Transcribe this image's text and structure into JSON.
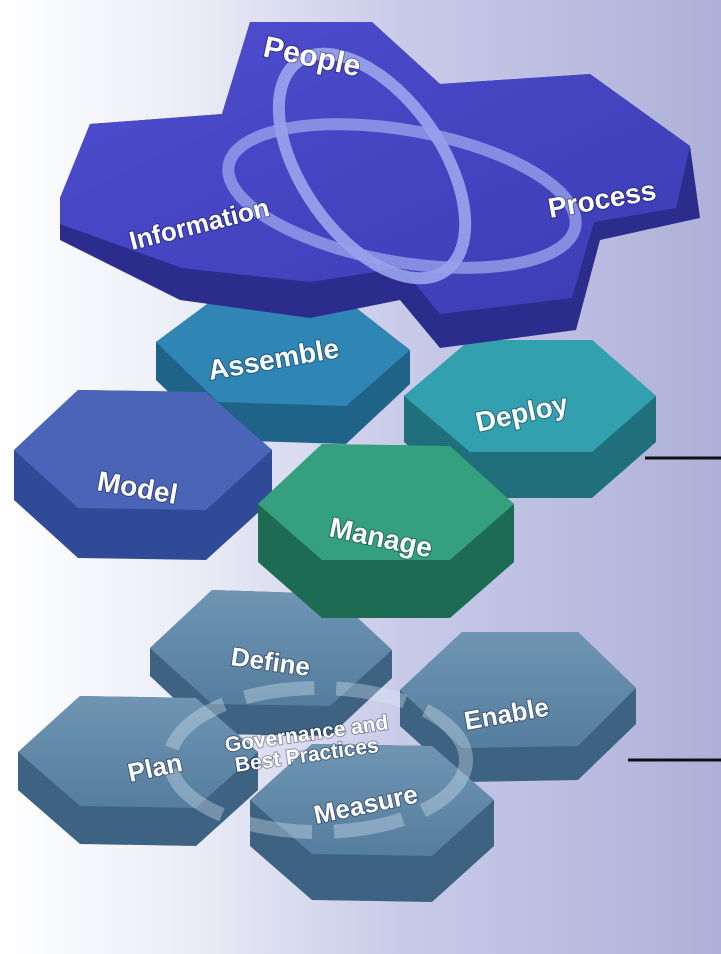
{
  "top_group": {
    "people": "People",
    "information": "Information",
    "process": "Process"
  },
  "middle_group": {
    "assemble": "Assemble",
    "deploy": "Deploy",
    "model": "Model",
    "manage": "Manage"
  },
  "bottom_group": {
    "define": "Define",
    "enable": "Enable",
    "plan": "Plan",
    "measure": "Measure",
    "center_line1": "Governance and",
    "center_line2": "Best Practices"
  },
  "colors": {
    "top_face": "#4646c2",
    "top_side": "#2c2c8c",
    "assemble_face": "#2f86b4",
    "deploy_face": "#33a0b0",
    "model_face": "#4a65b8",
    "manage_face": "#35a07e",
    "bottom_face": "#5e86a6",
    "bottom_side": "#3d6282"
  }
}
